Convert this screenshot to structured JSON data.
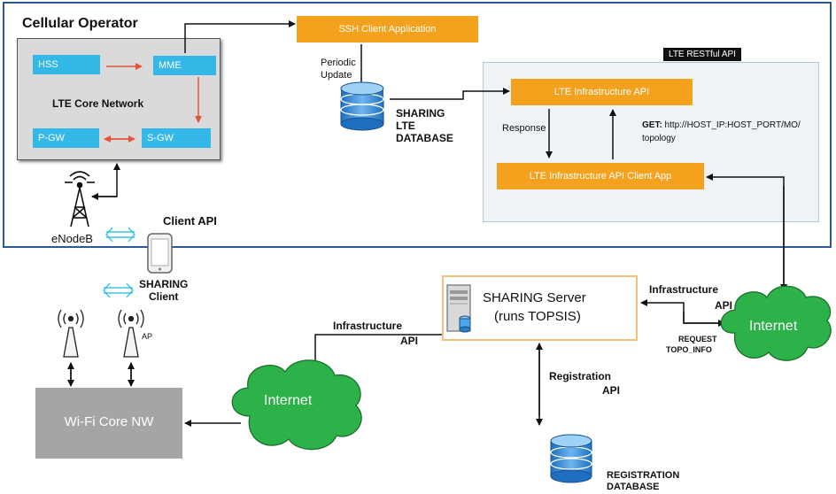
{
  "operator": {
    "title": "Cellular Operator"
  },
  "core": {
    "hss": "HSS",
    "mme": "MME",
    "label": "LTE Core Network",
    "pgw": "P-GW",
    "sgw": "S-GW"
  },
  "enodeb": {
    "label": "eNodeB"
  },
  "ssh": {
    "label": "SSH Client Application"
  },
  "periodic": {
    "line1": "Periodic",
    "line2": "Update"
  },
  "sharing_db": {
    "line1": "SHARING",
    "line2": "LTE",
    "line3": "DATABASE"
  },
  "rest": {
    "title": "LTE RESTful API",
    "infra_api": "LTE  Infrastructure API",
    "client_app": "LTE Infrastructure API Client App",
    "response": "Response",
    "get_prefix": "GET:",
    "get_url_line1": " http://HOST_IP:HOST_PORT/MO/",
    "get_url_line2": "topology"
  },
  "client_api": {
    "label": "Client API"
  },
  "sharing_client": {
    "line1": "SHARING",
    "line2": "Client"
  },
  "server": {
    "line1": "SHARING Server",
    "line2": "(runs TOPSIS)"
  },
  "infra_api_left": {
    "line1": "Infrastructure",
    "line2": "API"
  },
  "infra_api_right": {
    "line1": "Infrastructure",
    "line2": "API"
  },
  "request": {
    "line1": "REQUEST",
    "line2": "TOPO_INFO"
  },
  "internet_right": {
    "label": "Internet"
  },
  "internet_left": {
    "label": "Internet"
  },
  "ap": {
    "label": "AP"
  },
  "wifi": {
    "label": "Wi-Fi Core NW"
  },
  "registration_api": {
    "line1": "Registration",
    "line2": "API"
  },
  "registration_db": {
    "line1": "REGISTRATION",
    "line2": "DATABASE"
  },
  "colors": {
    "frame": "#2a5a96",
    "blue_box": "#33b8e8",
    "orange_box": "#f4a21d",
    "cloud": "#2db24a",
    "red_arrow": "#e8523a",
    "cyan_arrow": "#3cc3e8",
    "server_border": "#f2c27a",
    "panel": "#eef3f8"
  }
}
